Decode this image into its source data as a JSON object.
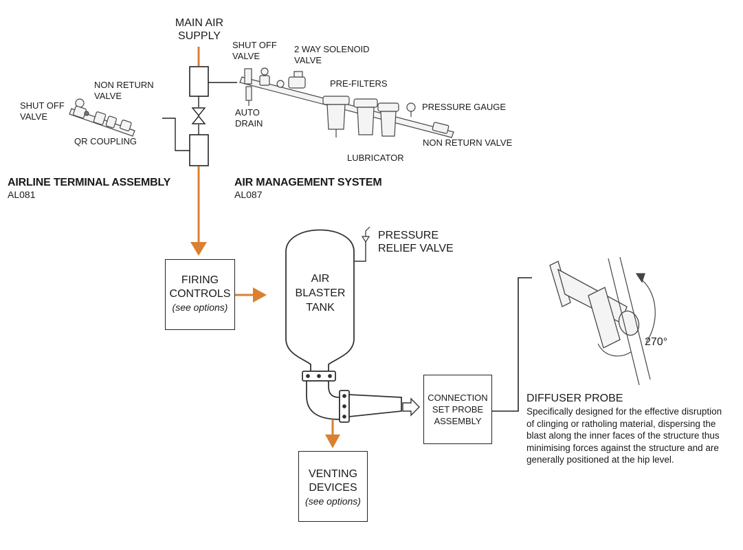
{
  "colors": {
    "air_line": "#d9812f",
    "line": "#222222",
    "part": "#555555"
  },
  "labels": {
    "main_air_supply": [
      "MAIN AIR",
      "SUPPLY"
    ],
    "terminal_shut_off_valve": [
      "SHUT OFF",
      "VALVE"
    ],
    "terminal_non_return_valve": [
      "NON RETURN",
      "VALVE"
    ],
    "qr_coupling": "QR COUPLING",
    "ams_shut_off_valve": [
      "SHUT OFF",
      "VALVE"
    ],
    "solenoid_valve": [
      "2 WAY SOLENOID",
      "VALVE"
    ],
    "pre_filters": "PRE-FILTERS",
    "auto_drain": [
      "AUTO",
      "DRAIN"
    ],
    "pressure_gauge": "PRESSURE GAUGE",
    "ams_non_return_valve": "NON RETURN VALVE",
    "lubricator": "LUBRICATOR",
    "pressure_relief_valve": [
      "PRESSURE",
      "RELIEF VALVE"
    ],
    "angle": "270°"
  },
  "assemblies": {
    "airline_terminal": {
      "title": "AIRLINE TERMINAL ASSEMBLY",
      "code": "AL081"
    },
    "air_management": {
      "title": "AIR MANAGEMENT SYSTEM",
      "code": "AL087"
    }
  },
  "boxes": {
    "firing_controls": {
      "lines": [
        "FIRING",
        "CONTROLS"
      ],
      "note": "(see options)"
    },
    "tank": {
      "lines": [
        "AIR",
        "BLASTER",
        "TANK"
      ]
    },
    "connection_set": {
      "lines": [
        "CONNECTION",
        "SET PROBE",
        "ASSEMBLY"
      ]
    },
    "venting_devices": {
      "lines": [
        "VENTING",
        "DEVICES"
      ],
      "note": "(see options)"
    }
  },
  "diffuser_probe": {
    "title": "DIFFUSER PROBE",
    "description": [
      "Specifically designed for the effective disruption",
      "of clinging or ratholing material, dispersing the",
      "blast along the inner faces of the structure thus",
      "minimising forces against the structure and are",
      "generally positioned at the hip level."
    ]
  }
}
